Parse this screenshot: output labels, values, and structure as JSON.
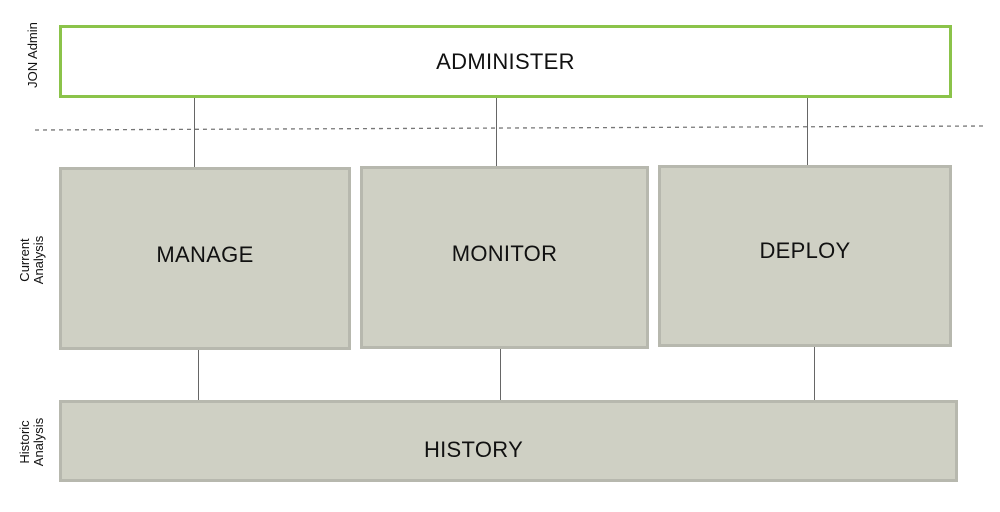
{
  "labels": {
    "jon_admin": "JON Admin",
    "current_analysis": "Current\nAnalysis",
    "historic_analysis": "Historic\nAnalysis"
  },
  "boxes": {
    "administer": "ADMINISTER",
    "manage": "MANAGE",
    "monitor": "MONITOR",
    "deploy": "DEPLOY",
    "history": "HISTORY"
  },
  "colors": {
    "admin_border": "#8bc34a",
    "box_fill": "#cfd0c4",
    "box_border": "#b7b8ae",
    "connector": "#666666"
  }
}
